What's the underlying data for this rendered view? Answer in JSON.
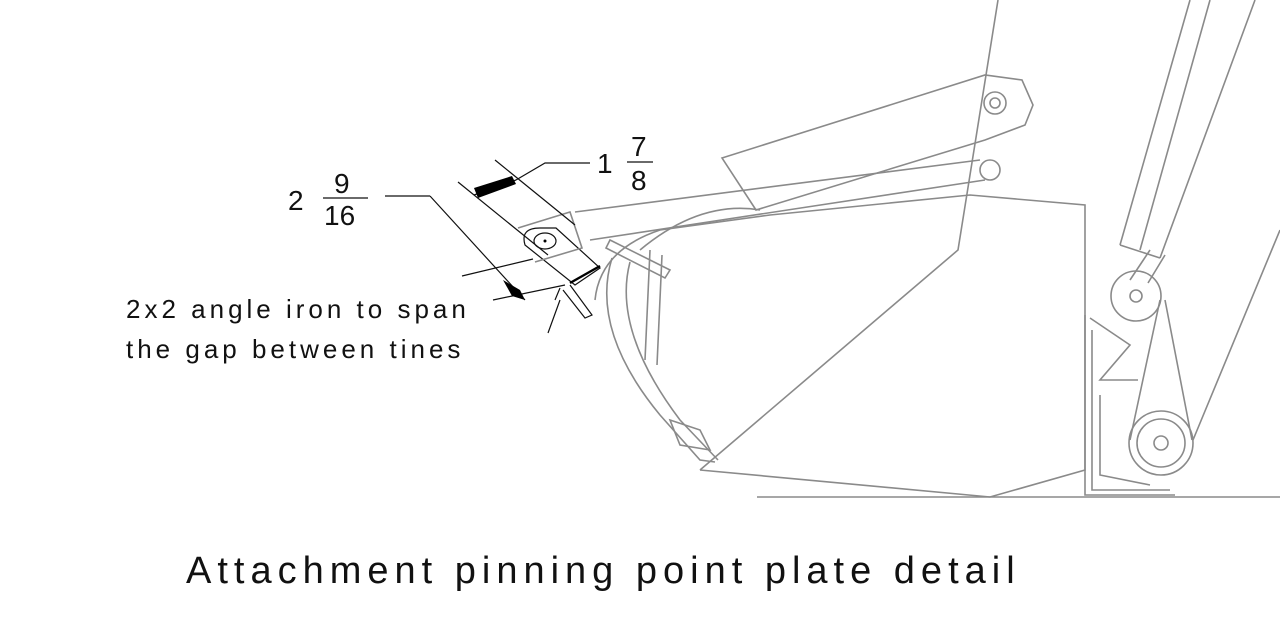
{
  "dimensions": {
    "width_dim": {
      "whole": "1",
      "numerator": "7",
      "denominator": "8"
    },
    "thickness_dim": {
      "whole": "2",
      "numerator": "9",
      "denominator": "16"
    }
  },
  "note": {
    "line1": "2x2 angle iron to span",
    "line2": "the gap between tines"
  },
  "caption": "Attachment pinning point plate detail",
  "colors": {
    "drawing": "#8a8a8a",
    "annotation": "#111111"
  }
}
